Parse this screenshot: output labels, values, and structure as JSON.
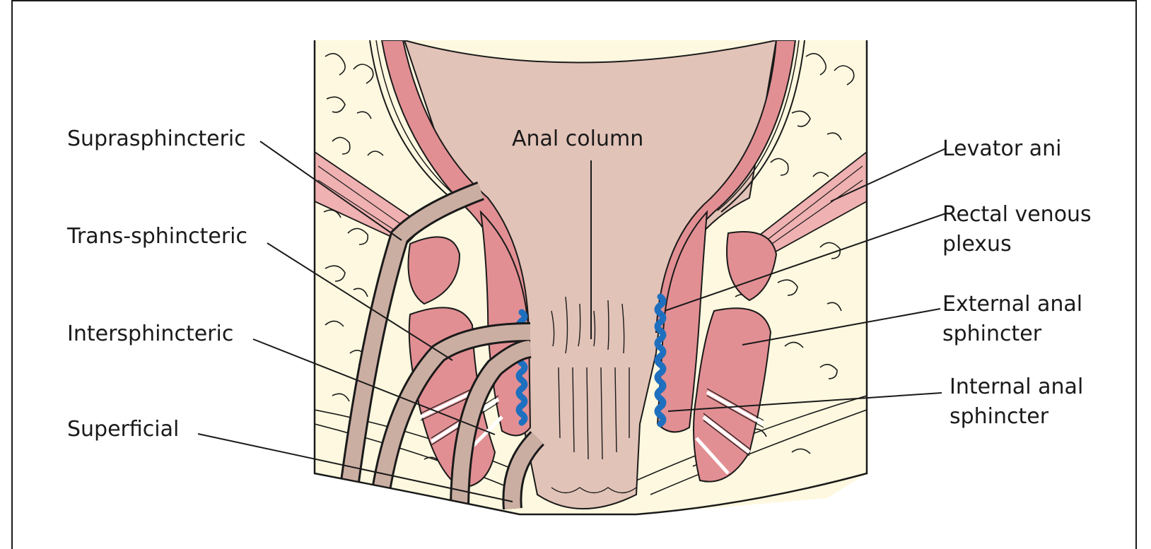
{
  "labels": {
    "suprasphincteric": "Suprasphincteric",
    "trans_sphincteric": "Trans-sphincteric",
    "intersphincteric": "Intersphincteric",
    "superficial": "Superficial",
    "anal_column": "Anal column",
    "levator_ani": "Levator ani",
    "rectal_venous_plexus_1": "Rectal venous",
    "rectal_venous_plexus_2": "plexus",
    "external_anal_sphincter_1": "External anal",
    "external_anal_sphincter_2": "sphincter",
    "internal_anal_sphincter_1": "Internal anal",
    "internal_anal_sphincter_2": "sphincter"
  },
  "colors": {
    "fat": "#fdf8df",
    "lumen": "#e2c3b8",
    "muscle": "#e28f93",
    "levator": "#efb1b1",
    "fistula": "#cbaea2",
    "venous_plexus": "#1f6fbf",
    "outline": "#1a1a1a"
  }
}
